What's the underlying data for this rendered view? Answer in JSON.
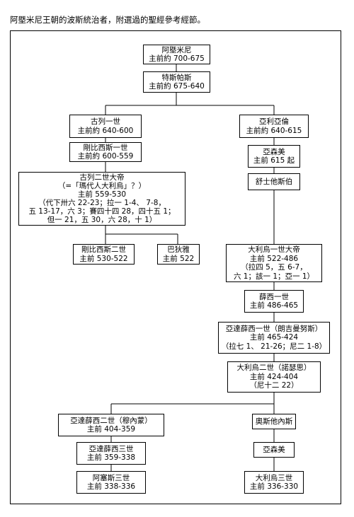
{
  "caption": "阿塈米尼王朝的波斯統治者，附選過的聖經參考經節。",
  "nodes": {
    "achaemenes": [
      "阿塈米尼",
      "主前約 700-675"
    ],
    "teispes": [
      "特斯帕斯",
      "主前約 675-640"
    ],
    "cyrus1": [
      "古列一世",
      "主前約 640-600"
    ],
    "ariaramnes": [
      "亞利亞倫",
      "主前約 640-615"
    ],
    "cambyses1": [
      "剛比西斯一世",
      "主前約 600-559"
    ],
    "arsames": [
      "亞森美",
      "主前 615 起"
    ],
    "hystaspes": [
      "舒士他斯伯"
    ],
    "cyrus2": [
      "古列二世大帝",
      "（=「瑪代人大利烏」？）",
      "主前 559-530",
      "（代下卅六 22-23；拉一 1-4、 7-8，",
      "五 13-17，六 3；賽四十四 28，四十五 1；",
      "但一 21，五 30，六 28，十 1）"
    ],
    "cambyses2": [
      "剛比西斯二世",
      "主前 530-522"
    ],
    "bardiya": [
      "巴狄雅",
      "主前 522"
    ],
    "darius1": [
      "大利烏一世大帝",
      "主前 522-486",
      "（拉四 5，五 6-7，",
      "六 1；該一 1；亞一 1）"
    ],
    "xerxes1": [
      "薛西一世",
      "主前 486-465"
    ],
    "artaxerxes1": [
      "亞達薛西一世（朗吉曼努斯）",
      "主前 465-424",
      "（拉七 1、 21-26；尼二 1-8）"
    ],
    "darius2": [
      "大利烏二世（諾瑟思）",
      "主前 424-404",
      "（尼十二 22）"
    ],
    "artaxerxes2": [
      "亞達薛西二世（穆內蒙）",
      "主前 404-359"
    ],
    "ostanes": [
      "奧斯他內斯"
    ],
    "artaxerxes3": [
      "亞達薛西三世",
      "主前 359-338"
    ],
    "arsames2": [
      "亞森美"
    ],
    "arses": [
      "阿塞斯三世",
      "主前 338-336"
    ],
    "darius3": [
      "大利烏三世",
      "主前 336-330"
    ]
  }
}
